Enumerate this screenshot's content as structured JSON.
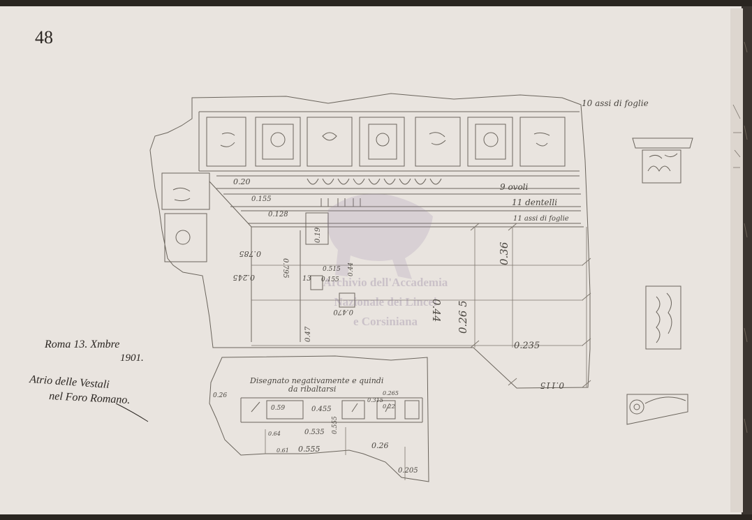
{
  "page_number": "48",
  "caption": {
    "line1": "Roma 13. Xmbre",
    "line2": "1901.",
    "line3": "Atrio delle Vestali",
    "line4": "nel Foro Romano."
  },
  "top_note": "10 assi di foglie",
  "bands": {
    "ovoli": "9 ovoli",
    "dentelli": "11 dentelli",
    "foglie": "11 assi di foglie"
  },
  "lower_note": {
    "line1": "Disegnato negativamente e quindi",
    "line2": "da ribaltarsi"
  },
  "upper_dimensions": {
    "d1": "0.20",
    "d2": "0.155",
    "d3": "0.128",
    "d4": "0.26 5",
    "d5": "0.44",
    "d6": "0.36",
    "d7": "0.235",
    "d8": "0.115",
    "d9": "0.245",
    "d10": "0.785",
    "d11": "0.795",
    "d12": "0.515",
    "d13": "0.155",
    "d14": "0.19",
    "d15": "0.44",
    "d16": "0.470",
    "d17": "0.47",
    "d18": "13"
  },
  "lower_dimensions": {
    "e1": "0.26",
    "e2": "0.59",
    "e3": "0.455",
    "e4": "0.535",
    "e5": "0.555",
    "e6": "0.26",
    "e7": "0.205",
    "e8": "0.64",
    "e9": "0.61",
    "e10": "0.555",
    "e11": "0.22",
    "e12": "0.265",
    "e13": "0.315"
  },
  "watermark": {
    "line1": "Archivio dell'Accademia",
    "line2": "Nazionale dei Lincei",
    "line3": "e Corsiniana"
  }
}
